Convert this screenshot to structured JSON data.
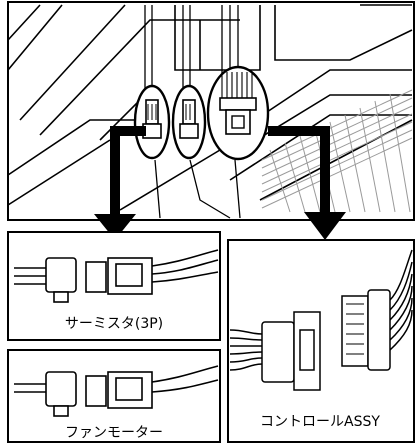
{
  "labels": {
    "thermistor": "サーミスタ(3P)",
    "fan_motor": "ファンモーター",
    "control_assy": "コントロールASSY"
  },
  "colors": {
    "ink": "#000000",
    "paper": "#ffffff",
    "grille": "#bdbdbd"
  }
}
